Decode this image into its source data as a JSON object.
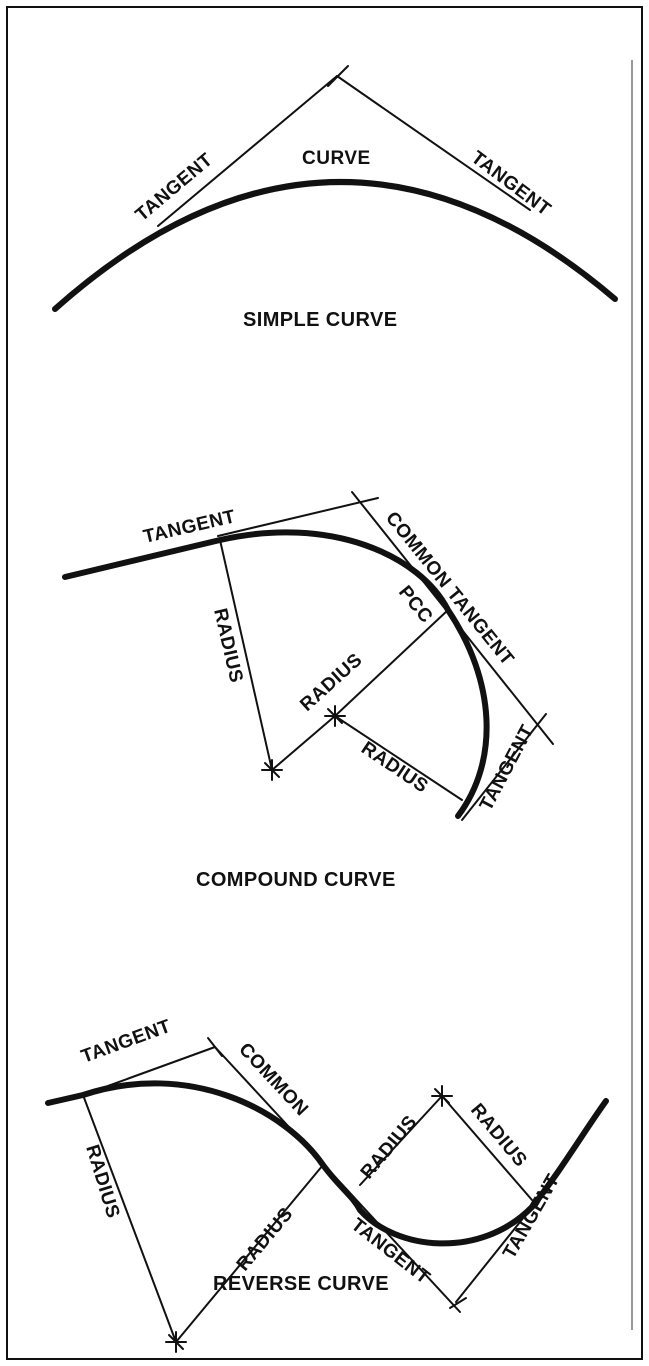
{
  "simple": {
    "tangent_left": "TANGENT",
    "curve": "CURVE",
    "tangent_right": "TANGENT",
    "caption": "SIMPLE CURVE"
  },
  "compound": {
    "tangent_top": "TANGENT",
    "common_tangent": "COMMON TANGENT",
    "pcc": "PCC",
    "radius_left": "RADIUS",
    "radius_middle": "RADIUS",
    "radius_lower": "RADIUS",
    "tangent_right": "TANGENT",
    "caption": "COMPOUND CURVE"
  },
  "reverse": {
    "tangent_left": "TANGENT",
    "common": "COMMON",
    "radius_left": "RADIUS",
    "radius_middle": "RADIUS",
    "radius_up_left": "RADIUS",
    "radius_up_right": "RADIUS",
    "tangent_bottom": "TANGENT",
    "tangent_right": "TANGENT",
    "caption": "REVERSE CURVE"
  }
}
